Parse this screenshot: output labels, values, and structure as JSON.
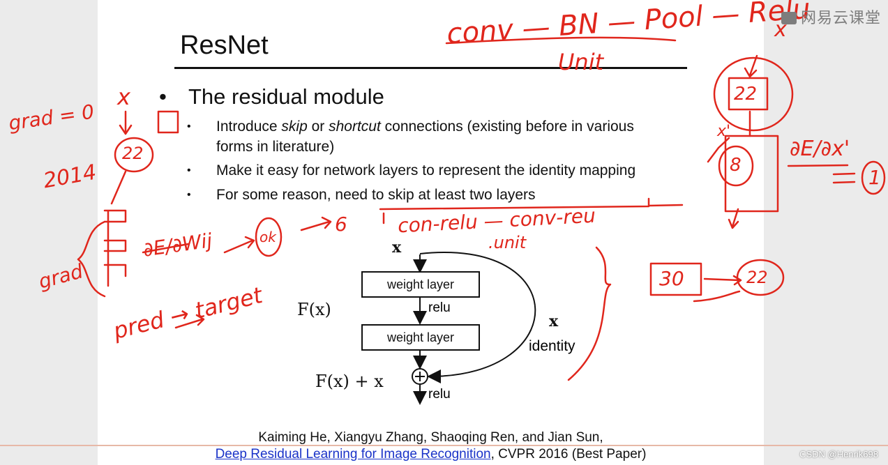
{
  "slide": {
    "title": "ResNet",
    "main_bullet": "The residual module",
    "sub_bullets": [
      {
        "pre": "Introduce ",
        "em1": "skip",
        "mid": " or ",
        "em2": "shortcut",
        "post": " connections (existing before in various",
        "line2": "forms in literature)"
      },
      {
        "text": "Make it easy for network layers to represent the identity mapping"
      },
      {
        "text": "For some reason, need to skip at least two layers"
      }
    ],
    "diagram": {
      "input": "x",
      "layer1": "weight layer",
      "relu1": "relu",
      "layer2": "weight layer",
      "relu2": "relu",
      "fx": "F(x)",
      "fx_plus_x": "F(x) + x",
      "skip_x": "x",
      "identity": "identity",
      "plus": "+"
    },
    "citation": {
      "authors": "Kaiming He, Xiangyu Zhang, Shaoqing Ren, and Jian Sun,",
      "link_text": "Deep Residual Learning for Image Recognition",
      "venue": ", CVPR 2016 (Best Paper)"
    }
  },
  "handwriting": {
    "top_formula": "conv — BN — Pool — Relu",
    "top_unit": "Unit",
    "grad_zero": "grad = 0",
    "year": "2014",
    "x_top": "x",
    "circle_22": "22",
    "grad_left": "grad",
    "de_dw": "∂E/∂Wij",
    "ok": "ok",
    "arrow_6": "6",
    "con_relu_chain": "con-relu — conv-reu",
    "unit_mid": ".unit",
    "pred_target": "pred → target",
    "box_22": "22",
    "box_8": "8",
    "x_right": "x",
    "x_prime": "x'",
    "de_dx": "∂E/∂x'",
    "one": "1",
    "box_30": "30",
    "circle_22b": "22",
    "color": "#e0261c"
  },
  "watermarks": {
    "netease": "网易云课堂",
    "csdn": "CSDN @Henrik698"
  }
}
